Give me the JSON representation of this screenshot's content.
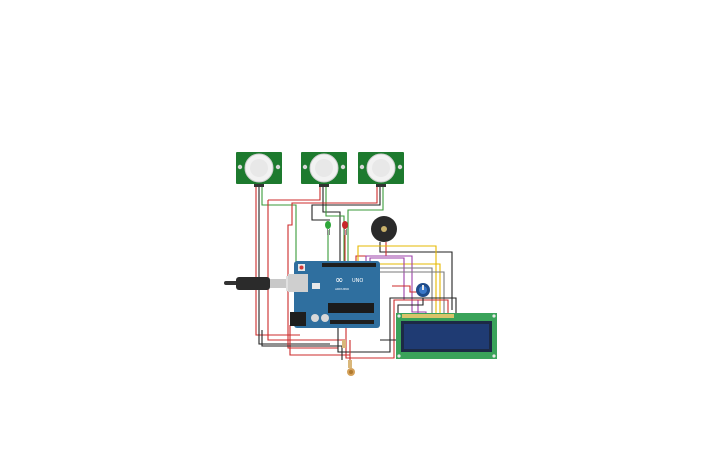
{
  "board": {
    "logo_text": "∞",
    "model_label": "UNO",
    "brand_label": "ARDUINO"
  },
  "colors": {
    "board_blue": "#2f6f9f",
    "pcb_green": "#1d7a2e",
    "lcd_green": "#3aa35a",
    "lcd_screen": "#1f3b73",
    "wire_red": "#cc2b2b",
    "wire_black": "#222222",
    "wire_green": "#3a9a3a",
    "wire_yellow": "#e6b800",
    "wire_purple": "#9b3fa8",
    "wire_gray": "#7a7a7a"
  },
  "components": {
    "pir_sensors": [
      "pir-1",
      "pir-2",
      "pir-3"
    ],
    "leds": [
      "green-led",
      "red-led"
    ],
    "other": [
      "piezo-buzzer",
      "potentiometer",
      "lcd-16x2",
      "photoresistor",
      "usb-cable",
      "resistors"
    ]
  }
}
